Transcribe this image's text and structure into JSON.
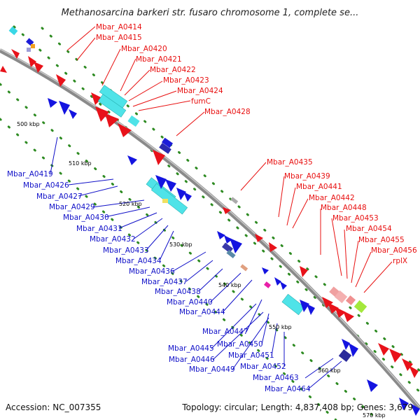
{
  "title": "Methanosarcina barkeri str. fusaro chromosome 1, complete se...",
  "footer": {
    "accession": "Accession: NC_007355",
    "topology": "Topology: circular; Length: 4,837,408 bp; Genes: 3,679"
  },
  "colors": {
    "forward": "#e8121a",
    "reverse": "#1414e0",
    "highlight_cyan": "#4fe3e8",
    "label_red": "#e81010",
    "label_blue": "#1010c8",
    "tick": "#2e8b22",
    "backbone": "#909090"
  },
  "tick_labels": [
    "500 kbp",
    "510 kbp",
    "520 kbp",
    "530 kbp",
    "540 kbp",
    "550 kbp",
    "560 kbp",
    "570 kbp"
  ],
  "forward_genes": [
    "Mbar_A0414",
    "Mbar_A0415",
    "Mbar_A0420",
    "Mbar_A0421",
    "Mbar_A0422",
    "Mbar_A0423",
    "Mbar_A0424",
    "fumC",
    "Mbar_A0428",
    "Mbar_A0435",
    "Mbar_A0439",
    "Mbar_A0441",
    "Mbar_A0442",
    "Mbar_A0448",
    "Mbar_A0453",
    "Mbar_A0454",
    "Mbar_A0455",
    "Mbar_A0456",
    "rplX"
  ],
  "reverse_genes": [
    "Mbar_A0419",
    "Mbar_A0426",
    "Mbar_A0427",
    "Mbar_A0429",
    "Mbar_A0430",
    "Mbar_A0431",
    "Mbar_A0432",
    "Mbar_A0433",
    "Mbar_A0434",
    "Mbar_A0436",
    "Mbar_A0437",
    "Mbar_A0438",
    "Mbar_A0440",
    "Mbar_A0444",
    "Mbar_A0447",
    "Mbar_A0445",
    "Mbar_A0450",
    "Mbar_A0446",
    "Mbar_A0451",
    "Mbar_A0449",
    "Mbar_A0452",
    "Mbar_A0463",
    "Mbar_A0464"
  ]
}
